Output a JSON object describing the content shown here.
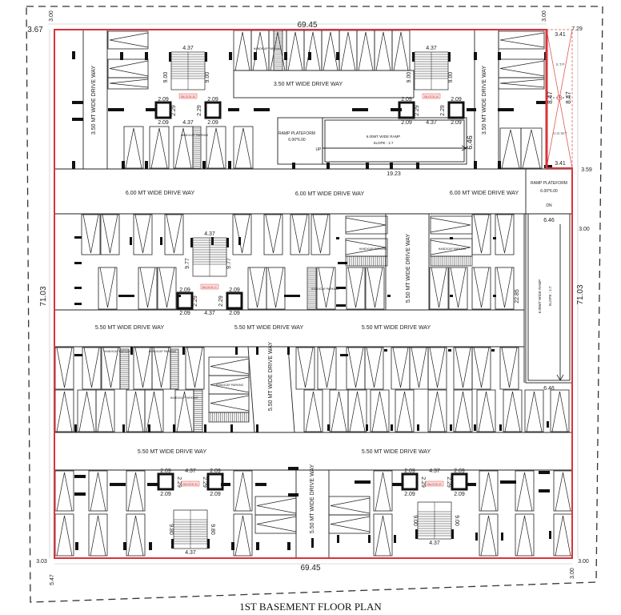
{
  "title": "1ST  BASEMENT FLOOR PLAN",
  "colors": {
    "boundary": "#d9333a",
    "lines": "#222222",
    "hatch_red": "#e05a5a"
  },
  "driveways": [
    "3.50 MT WIDE DRIVE WAY",
    "3.50 MT WIDE DRIVE WAY",
    "3.50 MT WIDE DRIVE WAY",
    "6.00 MT WIDE DRIVE WAY",
    "6.00 MT WIDE DRIVE WAY",
    "6.00 MT WIDE DRIVE WAY",
    "5.50 MT WIDE DRIVE WAY",
    "5.50 MT WIDE DRIVE WAY",
    "5.50 MT WIDE DRIVE WAY",
    "5.50 MT WIDE DRIVE WAY",
    "5.50 MT WIDE DRIVE WAY",
    "5.50 MT WIDE DRIVE WAY",
    "5.50 MT WIDE DRIVE WAY",
    "5.50 MT WIDE DRIVE WAY"
  ],
  "dimensions": [
    "3.67",
    "3.00",
    "69.45",
    "3.00",
    "3.41",
    "7.29",
    "3.41",
    "3.59",
    "3.00",
    "71.03",
    "71.03",
    "19.23",
    "6.46",
    "6.46",
    "22.85",
    "6.46",
    "8.47",
    "8.47",
    "3.03",
    "5.47",
    "69.45",
    "3.00",
    "3.00"
  ],
  "ramps": {
    "platform_label": "RAMP PLATEFORM",
    "platform_size": "6.00*6.00",
    "up": "UP",
    "dn": "DN",
    "ramp_label": "6.00MT WIDE RAMP",
    "slope": "SLOPE : 1:7"
  },
  "services": {
    "stp": "S.T.P",
    "ugwt": "U.G.W.T"
  },
  "handicap_label": "HANDICAP PARKING",
  "stair_cores": [
    {
      "block": "BLOCK-B",
      "stair_width": "4.37",
      "stair_length": "9.00",
      "lift_width": "2.09",
      "lift_depth": "2.29"
    },
    {
      "block": "BLOCK-A",
      "stair_width": "4.37",
      "stair_length": "9.00",
      "lift_width": "2.09",
      "lift_depth": "2.29"
    },
    {
      "block": "BLOCK-C",
      "stair_width": "4.37",
      "stair_length": "9.77",
      "lift_width": "2.09",
      "lift_depth": "2.29"
    },
    {
      "block": "BLOCK-D",
      "stair_width": "4.37",
      "stair_length": "9.80",
      "lift_width": "2.09",
      "lift_depth": "2.29"
    },
    {
      "block": "BLOCK-E",
      "stair_width": "4.37",
      "stair_length": "9.00",
      "lift_width": "2.09",
      "lift_depth": "2.29"
    }
  ]
}
